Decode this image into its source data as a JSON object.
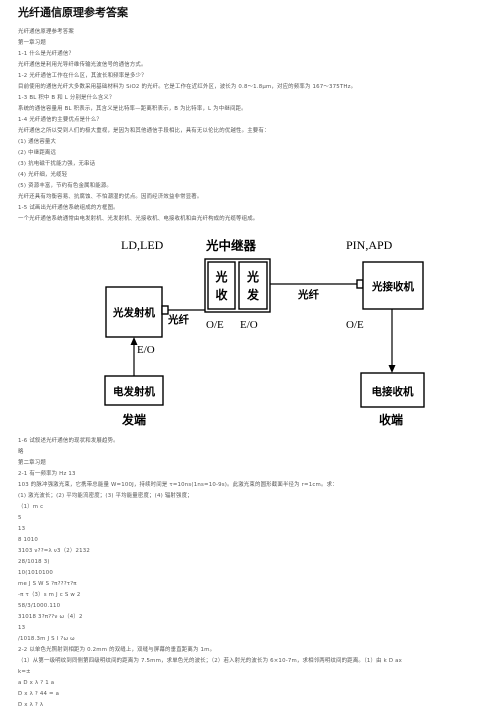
{
  "document": {
    "title": "光纤通信原理参考答案",
    "lines_a": [
      "光纤通信原理参考答案",
      "第一章习题",
      "1-1 什么是光纤通信？",
      "光纤通信是利用光导纤维传输光波信号的通信方式。",
      "1-2 光纤通信工作在什么区，其波长和频率是多少？",
      "目前使用的通信光纤大多数采用基础材料为 SiO2 的光纤。它是工作在近红外区，波长为 0.8～1.8μm，对应的频率为 167～375THz。",
      "1-3 BL 积中 B 和 L 分别是什么含义？",
      "系统的通信容量用 BL 积表示，其含义是比特率—距离积表示，B 为比特率，L 为中继间距。",
      "1-4 光纤通信的主要优点是什么？",
      "光纤通信之所以受到人们的极大重视，是因为和其他通信手段相比，具有无以伦比的优越性。主要有：",
      "(1) 通信容量大",
      "(2) 中继距离远",
      "(3) 抗电磁干扰能力强，无串话",
      "(4) 光纤细，光缆轻",
      "(5) 资源丰富，节约有色金属和能源。",
      "光纤还具有均衡容易、抗腐蚀、不怕潮湿的优点。因而经济效益非常显著。",
      "1-5 试画出光纤通信系统组成的方框图。",
      "一个光纤通信系统通常由电发射机、光发射机、光接收机、电接收机和由光纤构成的光缆等组成。"
    ],
    "lines_b": [
      "1-6 试叙述光纤通信的现状和发展趋势。",
      "略",
      "第二章习题",
      "2-1 有一频率为 Hz 13",
      "103 的脉冲强激光束，它携带总能量 W=100J，持续时间是 τ=10ns(1ns=10-9s)。此激光束的圆形截面半径为 r=1cm。求：",
      "(1) 激光波长；(2) 平均能流密度；(3) 平均能量密度；(4) 辐射强度；",
      "（1）m c",
      "5",
      "13",
      "8 1010",
      "3103 ν??=λ ν3（2）2132",
      "28/1018 3)",
      "10(1010100",
      "me J S W S ?π???τ?π",
      "-π τ（3）s m J c S w 2",
      "58/3/1000.110",
      "31018 3?π??ν ω（4）2",
      "13",
      "/1018.3m J S I ?ω ω",
      "2-2 以单色光照射到相距为 0.2mm 的双缝上，双缝与屏幕的垂直距离为 1m。",
      "（1）从第一级明纹到同侧第四级明纹间的距离为 7.5mm，求单色光的波长；（2）若入射光的波长为 6×10-7m，求相邻两明纹间的距离。（1）由 k D ax",
      "k=±",
      "a D x λ ? 1 a",
      "D x λ ? 44 = a",
      "D x λ ? λ"
    ]
  },
  "diagram": {
    "ld_led": "LD,LED",
    "optical_tx": "光发射机",
    "eo_tx": "E/O",
    "fiber_1": "光纤",
    "repeater": "光中继器",
    "repeater_rx_top": "光",
    "repeater_rx_bottom": "收",
    "repeater_tx_top": "光",
    "repeater_tx_bottom": "发",
    "oe_repeater": "O/E",
    "eo_repeater": "E/O",
    "fiber_2": "光纤",
    "pin_apd": "PIN,APD",
    "optical_rx": "光接收机",
    "oe_rx": "O/E",
    "electrical_tx": "电发射机",
    "tx_end": "发端",
    "electrical_rx": "电接收机",
    "rx_end": "收端"
  }
}
